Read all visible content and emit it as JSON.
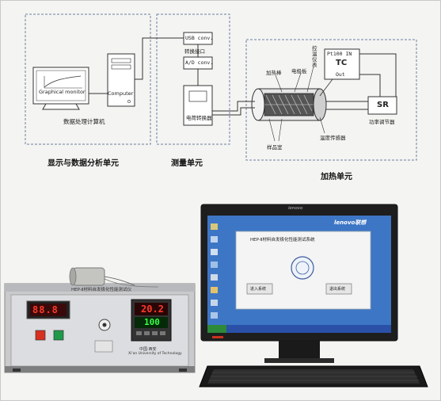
{
  "diagram": {
    "computer_unit": {
      "monitor_label": "Graphical monitor",
      "tower_label": "Computer",
      "unit_text": "数据处理计算机",
      "caption": "显示与数据分析单元"
    },
    "measurement_unit": {
      "usb_label": "USB conv.",
      "interface_label": "转换接口",
      "ad_label": "A/D conv.",
      "electrometer_label": "电荷转换器",
      "caption": "测量单元"
    },
    "heating_unit": {
      "heater_rod_label": "加热棒",
      "electrode_label": "电极板",
      "thermostat_label": "控温仪表",
      "pt100_label": "Pt100 IN",
      "tc_label": "TC",
      "out_label": "Out",
      "sr_label": "SR",
      "power_regulator_label": "功率调节器",
      "temp_sensor_label": "温度传感器",
      "chamber_label": "样品室",
      "caption": "加热单元"
    }
  },
  "photo": {
    "instrument": {
      "panel_title": "HEP-Ⅱ材料自发极化性能测试仪",
      "left_display": "88.8",
      "temp_top": "20.2",
      "temp_bottom": "100",
      "maker": "中国·西安",
      "maker_en": "Xi'an University of Technology"
    },
    "monitor": {
      "brand_top": "lenovo",
      "brand_right": "lenovo联想",
      "dialog_title": "HEP-Ⅱ材料自发极化性能测试系统",
      "button_left": "进入系统",
      "button_right": "退出系统"
    }
  }
}
